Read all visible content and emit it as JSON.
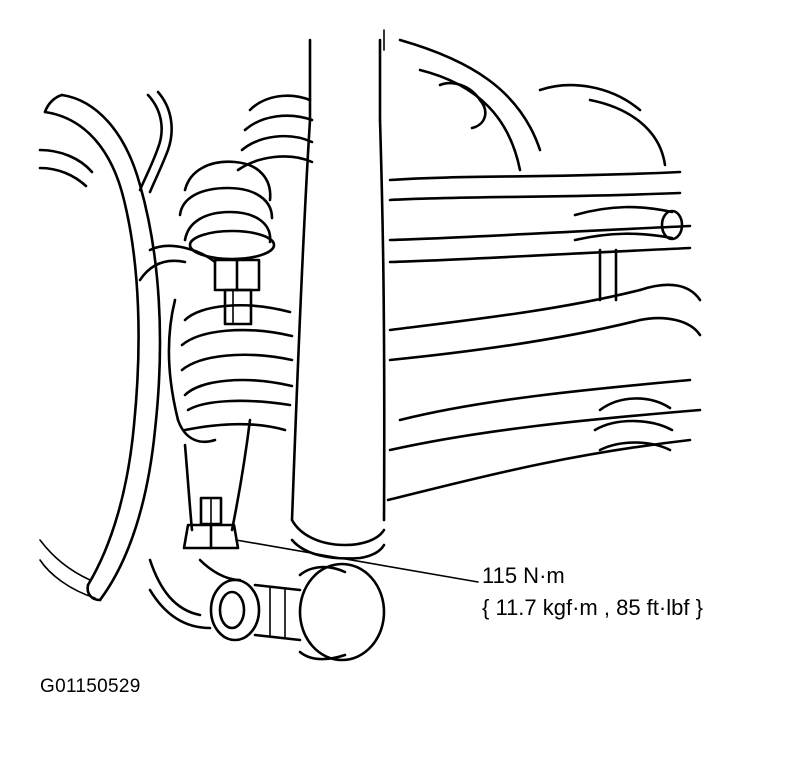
{
  "torque_callout": {
    "line1": "115 N·m",
    "line2": "{ 11.7 kgf·m , 85 ft·lbf }"
  },
  "figure_id": "G01150529",
  "colors": {
    "ink": "#000000",
    "paper": "#ffffff"
  }
}
